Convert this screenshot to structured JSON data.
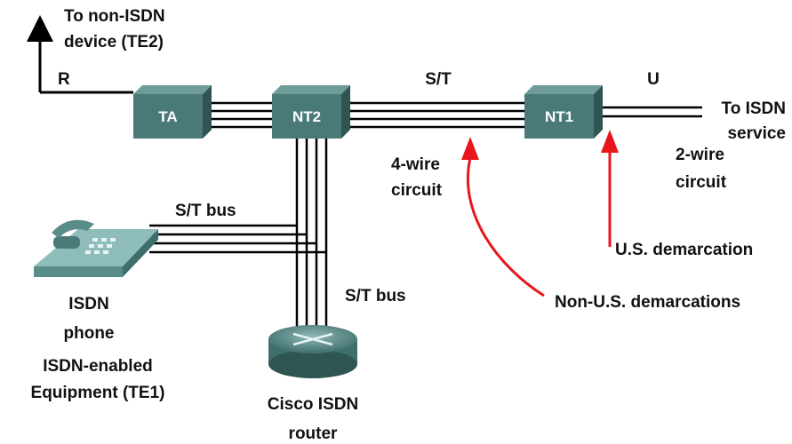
{
  "labels": {
    "to_non_isdn_1": "To non-ISDN",
    "to_non_isdn_2": "device (TE2)",
    "r": "R",
    "st_top": "S/T",
    "u": "U",
    "to_isdn_1": "To ISDN",
    "to_isdn_2": "service",
    "two_wire_1": "2-wire",
    "two_wire_2": "circuit",
    "four_wire_1": "4-wire",
    "four_wire_2": "circuit",
    "st_bus_phone": "S/T bus",
    "st_bus_router": "S/T bus",
    "us_demarc": "U.S. demarcation",
    "non_us_demarc": "Non-U.S. demarcations",
    "isdn_phone_1": "ISDN",
    "isdn_phone_2": "phone",
    "te1_1": "ISDN-enabled",
    "te1_2": "Equipment (TE1)",
    "router_1": "Cisco ISDN",
    "router_2": "router"
  },
  "boxes": {
    "ta": "TA",
    "nt2": "NT2",
    "nt1": "NT1"
  },
  "colors": {
    "box_fill": "#4a7a78",
    "box_top": "#6d9c99",
    "box_side": "#2f5553",
    "wire": "#000000",
    "arrow": "#e8161b",
    "text": "#111111"
  }
}
